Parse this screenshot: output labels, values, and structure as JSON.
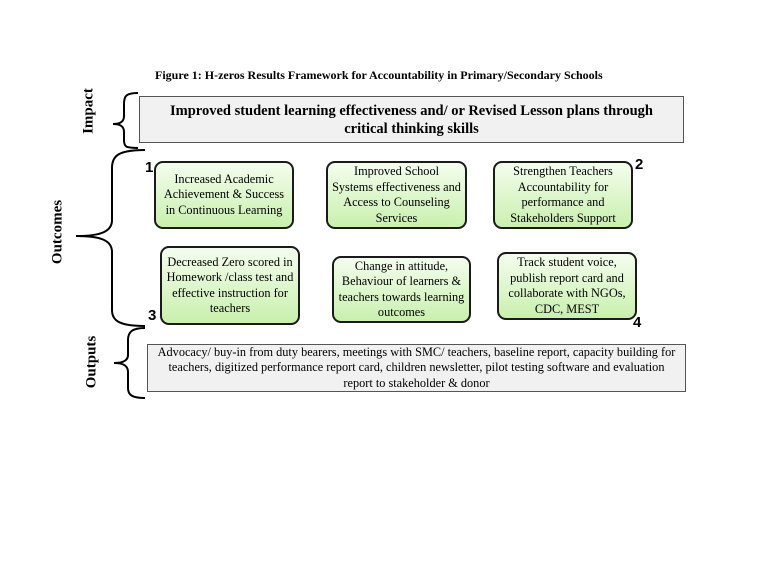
{
  "caption": "Figure 1: H-zeros Results Framework for Accountability in Primary/Secondary Schools",
  "labels": {
    "impact": "Impact",
    "outcomes": "Outcomes",
    "outputs": "Outputs"
  },
  "impact_text": "Improved student learning effectiveness and/ or Revised Lesson plans through critical thinking skills",
  "outcomes": [
    {
      "text": "Increased Academic Achievement & Success in Continuous Learning",
      "number": "1"
    },
    {
      "text": "Improved School Systems effectiveness and Access to Counseling Services",
      "number": ""
    },
    {
      "text": "Strengthen Teachers Accountability for performance and Stakeholders Support",
      "number": "2"
    },
    {
      "text": "Decreased Zero scored in Homework /class test and effective instruction for teachers",
      "number": "3"
    },
    {
      "text": "Change in attitude, Behaviour of learners & teachers towards learning outcomes",
      "number": ""
    },
    {
      "text": "Track student voice, publish report card and collaborate with NGOs, CDC, MEST",
      "number": "4"
    }
  ],
  "outputs_text": "Advocacy/ buy-in from duty bearers, meetings with SMC/ teachers, baseline report, capacity building for teachers,  digitized performance report card, children newsletter, pilot testing software and evaluation report to stakeholder & donor",
  "colors": {
    "box_fill_top": "#f4fdee",
    "box_fill_bottom": "#c9f0ae",
    "gray_box": "#f1f1f1"
  }
}
